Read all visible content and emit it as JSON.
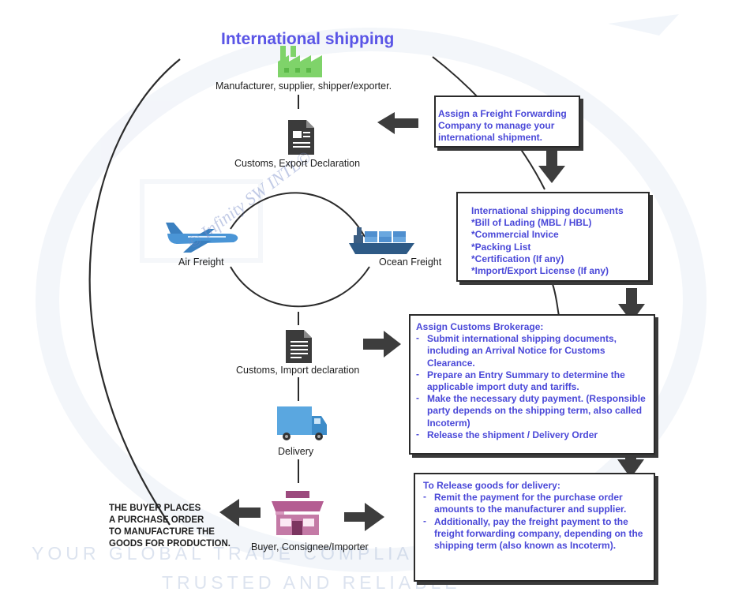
{
  "title": "International shipping",
  "nodes": {
    "manufacturer": "Manufacturer, supplier, shipper/exporter.",
    "export_decl": "Customs, Export Declaration",
    "air": "Air Freight",
    "ocean": "Ocean Freight",
    "import_decl": "Customs, Import declaration",
    "delivery": "Delivery",
    "buyer": "Buyer, Consignee/Importer"
  },
  "buyer_note": [
    "THE BUYER PLACES",
    "A PURCHASE ORDER",
    "TO MANUFACTURE THE",
    "GOODS FOR PRODUCTION."
  ],
  "boxes": {
    "forwarder": [
      "Assign a Freight Forwarding",
      "Company to manage your",
      "international shipment."
    ],
    "documents": {
      "heading": "International shipping documents",
      "items": [
        "*Bill of Lading (MBL / HBL)",
        "*Commercial Invice",
        "*Packing List",
        "*Certification (If any)",
        "*Import/Export License (If any)"
      ]
    },
    "brokerage": {
      "heading": "Assign Customs Brokerage:",
      "items": [
        "Submit international shipping documents, including an Arrival Notice for Customs Clearance.",
        "Prepare an Entry Summary to determine the applicable import duty and tariffs.",
        "Make the necessary duty payment. (Responsible party depends on the shipping term, also called Incoterm)",
        "Release the shipment / Delivery Order"
      ]
    },
    "release": {
      "heading": "To Release goods for delivery:",
      "items": [
        "Remit the payment for the purchase order amounts to the manufacturer and supplier.",
        "Additionally, pay the freight payment to the freight forwarding company, depending on the shipping term (also known as Incoterm)."
      ]
    }
  },
  "watermark": "© Infinity SW INTL©",
  "tagline1": "YOUR GLOBAL TRADE COMPLIANCE",
  "tagline2": "TRUSTED AND RELIABLE",
  "colors": {
    "accent": "#5a55e6",
    "box_text": "#4a48d8",
    "factory": "#7fd36a",
    "truck": "#5aa7e0",
    "plane": "#4a95d6",
    "shop": "#9c4a7e",
    "arrow": "#3d3d3d"
  }
}
